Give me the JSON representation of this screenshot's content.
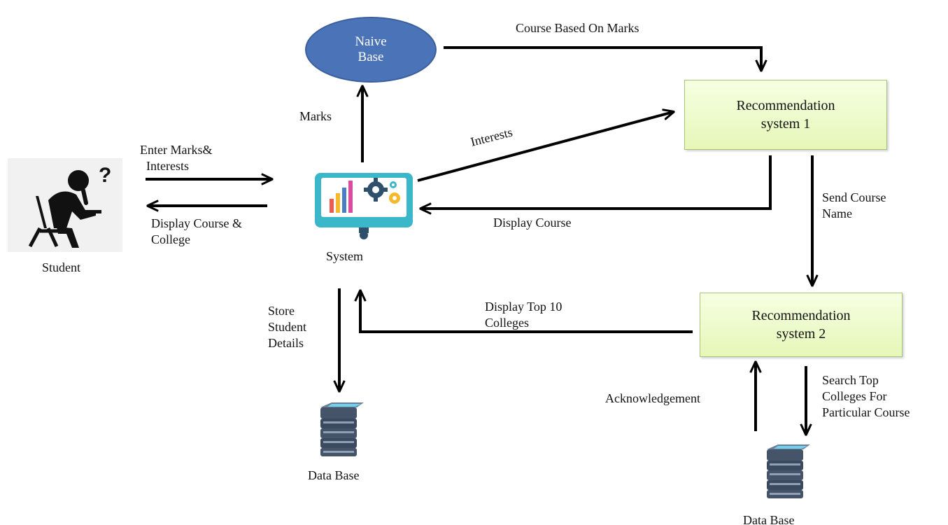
{
  "colors": {
    "ellipse_fill": "#4a73b8",
    "box_fill": "#e6f7b8",
    "arrow": "#000000",
    "monitor": "#3ab7c8"
  },
  "nodes": {
    "naive_base": "Naive\nBase",
    "rec1": "Recommendation\nsystem 1",
    "rec2": "Recommendation\nsystem 2",
    "student": "Student",
    "system": "System",
    "db1": "Data Base",
    "db2": "Data Base"
  },
  "icons": {
    "student": "student-thinking-icon",
    "system": "system-monitor-icon",
    "db1": "database-icon",
    "db2": "database-icon"
  },
  "edges": [
    {
      "id": "enter-marks",
      "from": "student",
      "to": "system",
      "label": "Enter Marks&\n  Interests"
    },
    {
      "id": "display-course-college",
      "from": "system",
      "to": "student",
      "label": "Display Course &\nCollege"
    },
    {
      "id": "marks",
      "from": "system",
      "to": "naive_base",
      "label": "Marks"
    },
    {
      "id": "course-based",
      "from": "naive_base",
      "to": "rec1",
      "label": "Course Based On Marks"
    },
    {
      "id": "interests",
      "from": "system",
      "to": "rec1",
      "label": "Interests"
    },
    {
      "id": "display-course",
      "from": "rec1",
      "to": "system",
      "label": "Display Course"
    },
    {
      "id": "send-course",
      "from": "rec1",
      "to": "rec2",
      "label": "Send Course\nName"
    },
    {
      "id": "display-top10",
      "from": "rec2",
      "to": "system",
      "label": "Display Top 10\nColleges"
    },
    {
      "id": "store-student",
      "from": "system",
      "to": "db1",
      "label": "Store\nStudent\nDetails"
    },
    {
      "id": "acknowledgement",
      "from": "db2",
      "to": "rec2",
      "label": "Acknowledgement"
    },
    {
      "id": "search-top",
      "from": "rec2",
      "to": "db2",
      "label": "Search Top\nColleges For\nParticular Course"
    }
  ]
}
